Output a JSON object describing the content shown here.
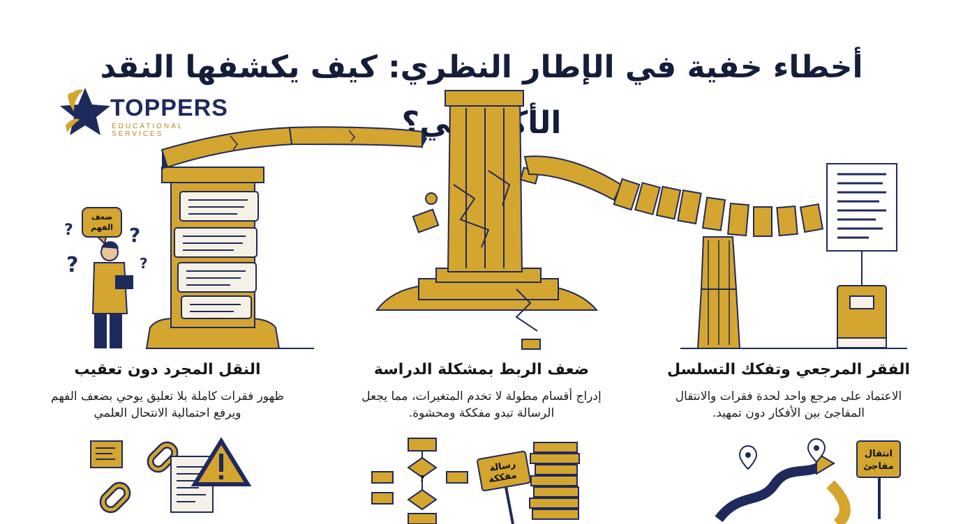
{
  "title": "أخطاء خفية في الإطار النظري: كيف يكشفها النقد الأكاديمي؟",
  "logo": {
    "name": "TOPPERS",
    "tagline": "EDUCATIONAL SERVICES"
  },
  "speech_bubble": "ضعف\nالفهم",
  "signs": {
    "thesis": "رسالة\nمفككة",
    "transition": "انتقال\nمفاجئ"
  },
  "sections": [
    {
      "title": "الفقر المرجعي وتفكك التسلسل",
      "body": "الاعتماد على مرجع واحد لحدة فقرات والانتقال المفاجئ بين الأفكار دون تمهيد."
    },
    {
      "title": "ضعف الربط بمشكلة الدراسة",
      "body": "إدراج أقسام مطولة لا تخدم المتغيرات، مما يجعل الرسالة تبدو مفككة ومحشوة."
    },
    {
      "title": "النقل المجرد دون تعقيب",
      "body": "ظهور فقرات كاملة بلا تعليق يوحي بضعف الفهم ويرفع احتمالية الانتحال العلمي"
    }
  ],
  "colors": {
    "gold": "#d4a52f",
    "navy": "#1f2a5c"
  },
  "icons": [
    "star-logo-icon",
    "broken-bridge-illustration",
    "question-mark-icon",
    "book-icon",
    "document-icon",
    "broken-chain-icon",
    "warning-icon",
    "flowchart-icon",
    "book-stack-icon",
    "winding-path-icon",
    "location-pin-icon"
  ]
}
